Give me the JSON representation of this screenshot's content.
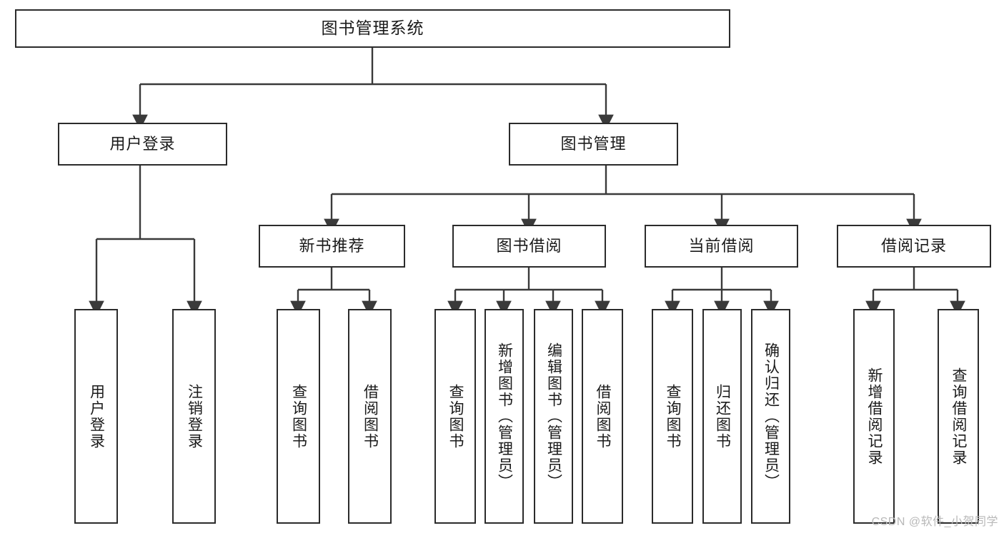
{
  "diagram": {
    "title": "图书管理系统",
    "type": "tree-hierarchy",
    "watermark": "CSDN @软件_小贺同学",
    "colors": {
      "box_border": "#2b2b2b",
      "box_fill": "#ffffff",
      "edge": "#3a3a3a",
      "text": "#1a1a1a",
      "watermark": "#b8b8b8",
      "background": "#ffffff"
    }
  },
  "nodes": {
    "root": {
      "label": "图书管理系统"
    },
    "level2": [
      {
        "label": "用户登录"
      },
      {
        "label": "图书管理"
      }
    ],
    "level3": [
      {
        "label": "新书推荐"
      },
      {
        "label": "图书借阅"
      },
      {
        "label": "当前借阅"
      },
      {
        "label": "借阅记录"
      }
    ],
    "leaves": {
      "user_login": [
        {
          "label": "用户登录"
        },
        {
          "label": "注销登录"
        }
      ],
      "new_book_recommend": [
        {
          "label": "查询图书"
        },
        {
          "label": "借阅图书"
        }
      ],
      "book_borrow": [
        {
          "label": "查询图书"
        },
        {
          "label": "新增图书（管理员）"
        },
        {
          "label": "编辑图书（管理员）"
        },
        {
          "label": "借阅图书"
        }
      ],
      "current_borrow": [
        {
          "label": "查询图书"
        },
        {
          "label": "归还图书"
        },
        {
          "label": "确认归还（管理员）"
        }
      ],
      "borrow_record": [
        {
          "label": "新增借阅记录"
        },
        {
          "label": "查询借阅记录"
        }
      ]
    }
  }
}
